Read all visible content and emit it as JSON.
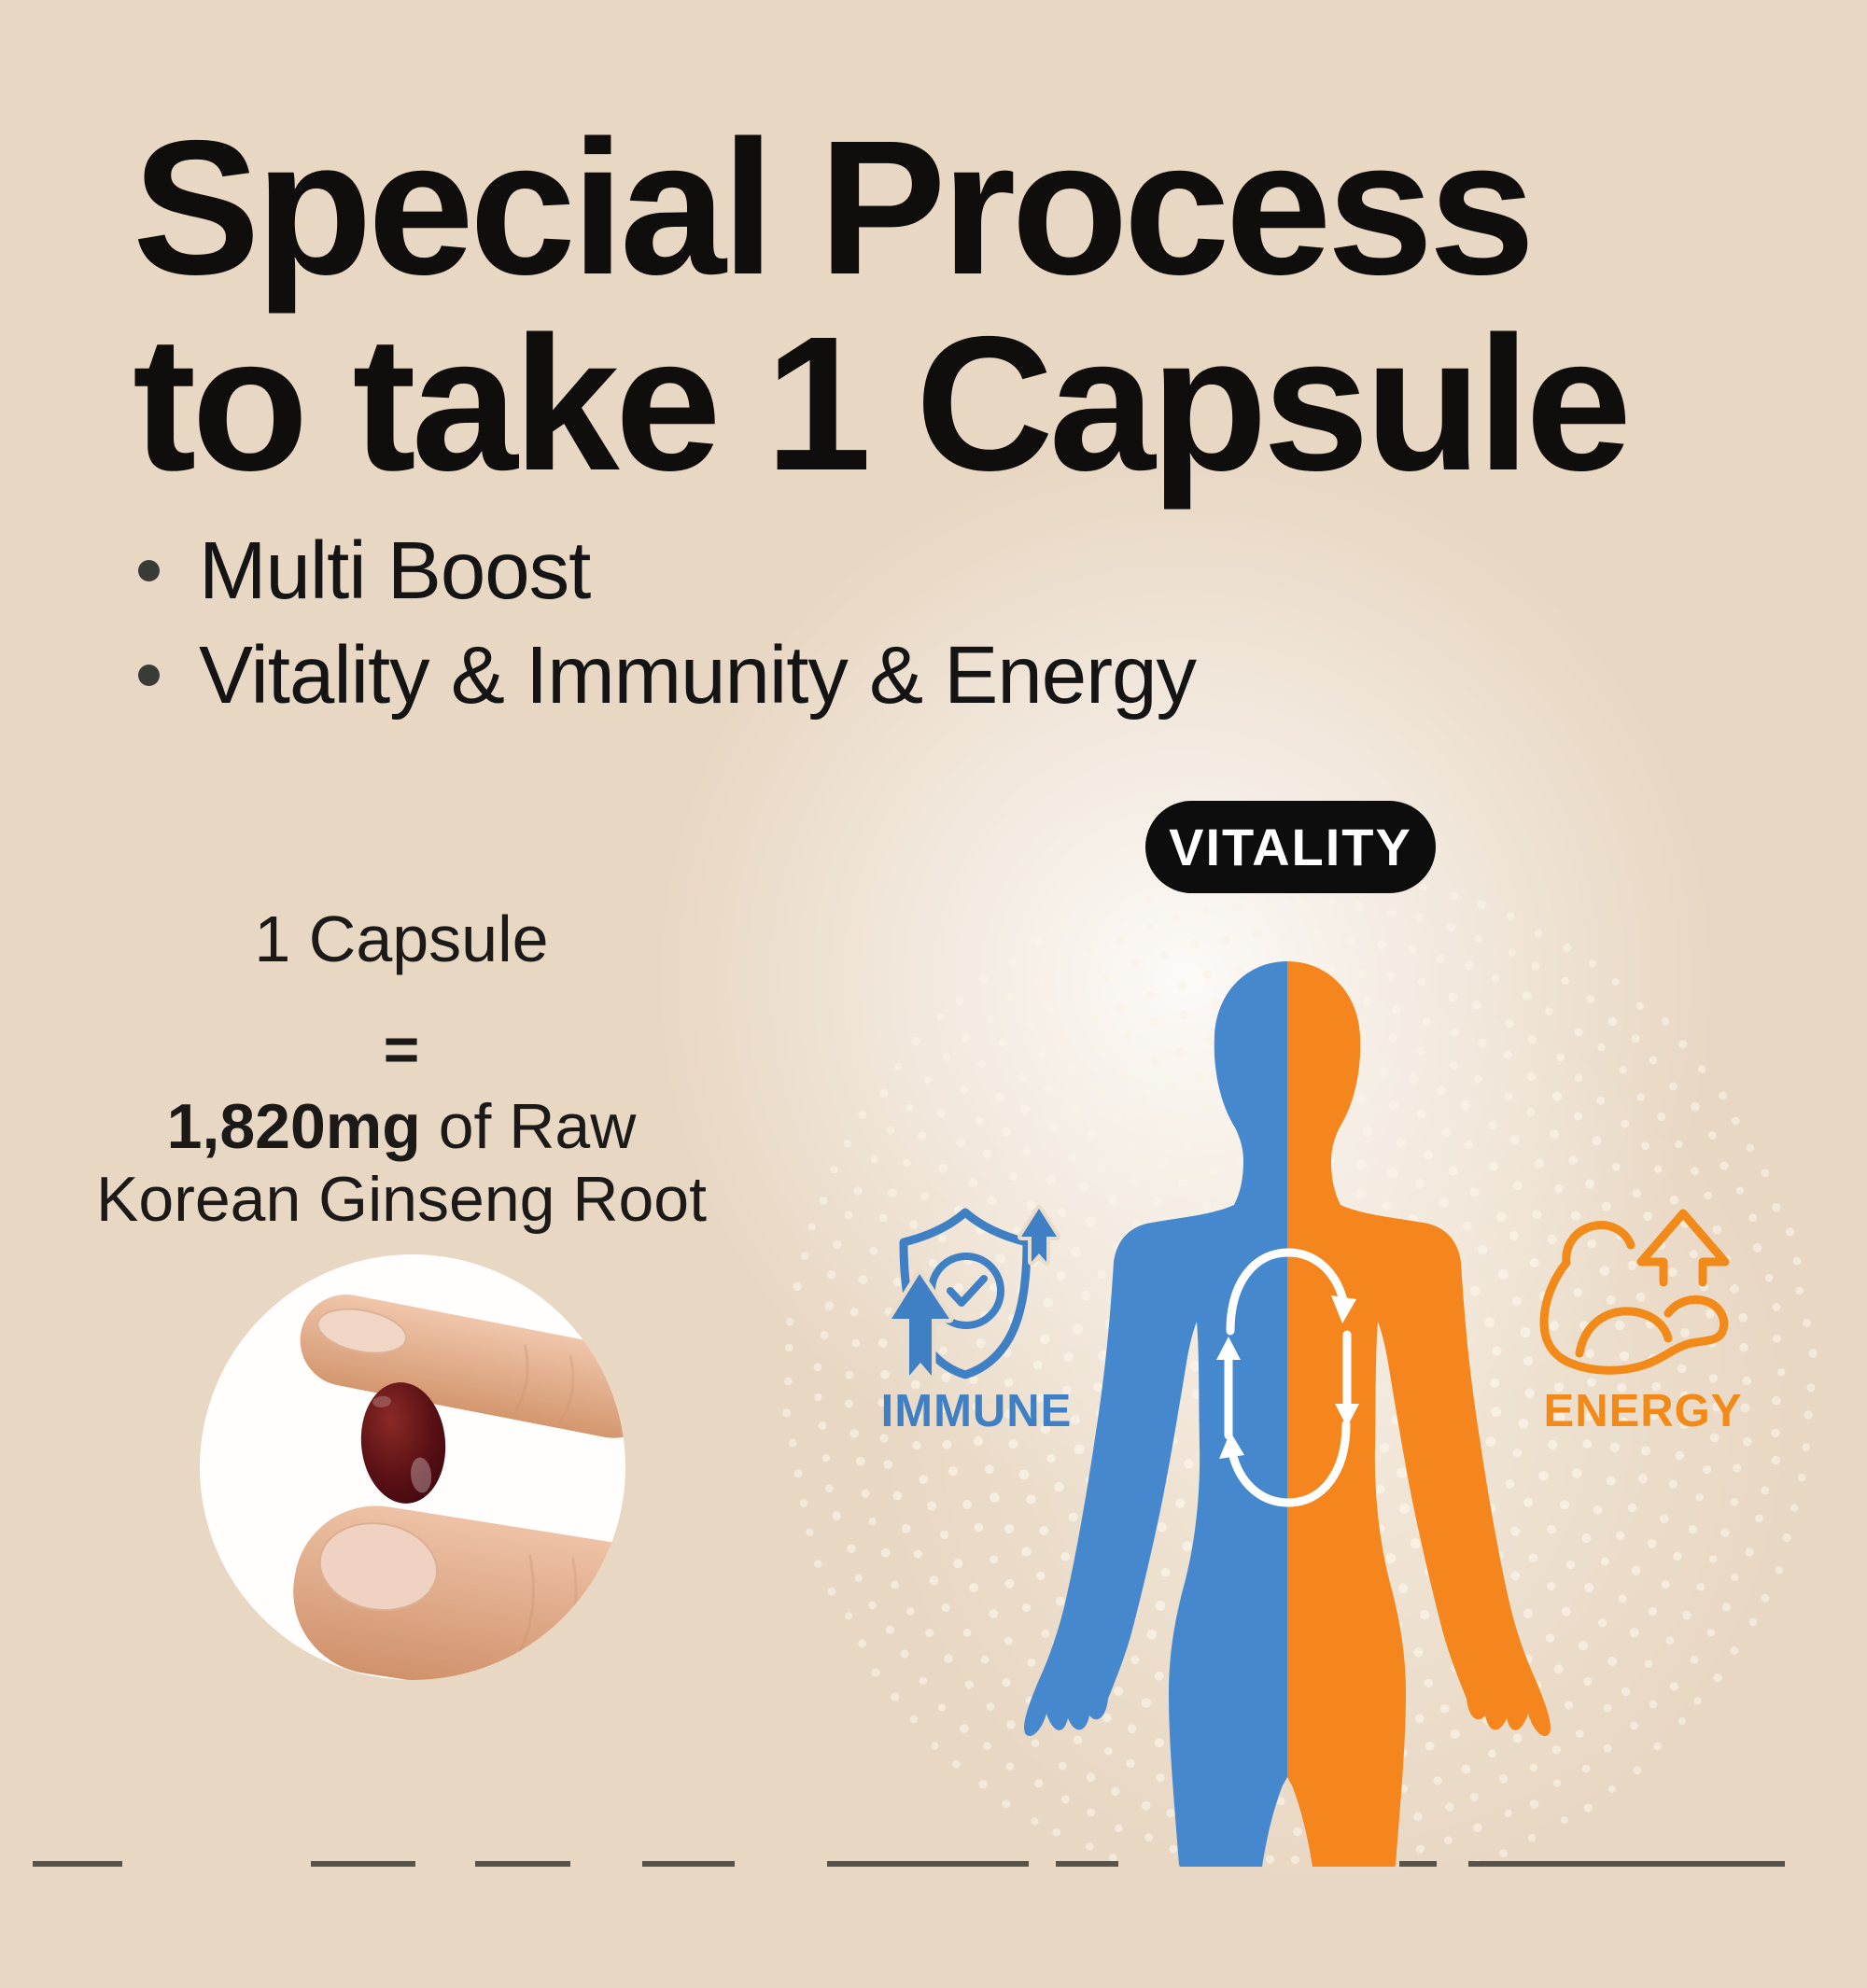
{
  "title": {
    "line1": "Special Process",
    "line2": "to take 1 Capsule"
  },
  "bullets": [
    "Multi Boost",
    "Vitality & Immunity & Energy"
  ],
  "capsule_equivalence": {
    "line1": "1 Capsule",
    "equals_sign": "=",
    "amount_bold": "1,820mg",
    "amount_rest": " of Raw",
    "line2": "Korean Ginseng Root"
  },
  "body_diagram": {
    "badge_label": "VITALITY",
    "immune_label": "IMMUNE",
    "energy_label": "ENERGY"
  },
  "colors": {
    "background": "#e8d7c3",
    "body_blue": "#4588ce",
    "body_orange": "#f5861d",
    "immune_blue": "#3f80c4",
    "energy_orange": "#f28a1a",
    "badge_bg": "#0d0d0d",
    "badge_text": "#ffffff",
    "halo_dot": "#f9f2e6",
    "capsule_red": "#4a0d12",
    "cycle_arrow_white": "#ffffff"
  }
}
